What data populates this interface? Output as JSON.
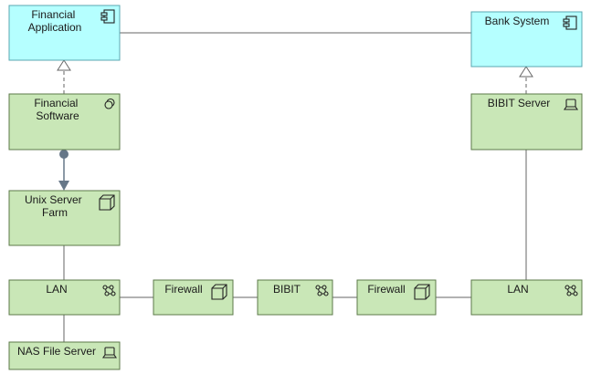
{
  "nodes": {
    "financial_application": {
      "label": [
        "Financial",
        "Application"
      ],
      "icon": "component-icon"
    },
    "bank_system": {
      "label": [
        "Bank System"
      ],
      "icon": "component-icon"
    },
    "financial_software": {
      "label": [
        "Financial",
        "Software"
      ],
      "icon": "system-software-icon"
    },
    "bibit_server": {
      "label": [
        "BIBIT Server"
      ],
      "icon": "device-icon"
    },
    "unix_server_farm": {
      "label": [
        "Unix Server",
        "Farm"
      ],
      "icon": "node-icon"
    },
    "lan_left": {
      "label": [
        "LAN"
      ],
      "icon": "network-icon"
    },
    "firewall_left": {
      "label": [
        "Firewall"
      ],
      "icon": "node-icon"
    },
    "bibit": {
      "label": [
        "BIBIT"
      ],
      "icon": "network-icon"
    },
    "firewall_right": {
      "label": [
        "Firewall"
      ],
      "icon": "node-icon"
    },
    "lan_right": {
      "label": [
        "LAN"
      ],
      "icon": "network-icon"
    },
    "nas_file_server": {
      "label": [
        "NAS File Server"
      ],
      "icon": "device-icon"
    }
  },
  "colors": {
    "application_fill": "#b5ffff",
    "application_border": "#5aa7b0",
    "technology_fill": "#c9e7b7",
    "technology_border": "#5c7a4a",
    "edge": "#666666"
  }
}
